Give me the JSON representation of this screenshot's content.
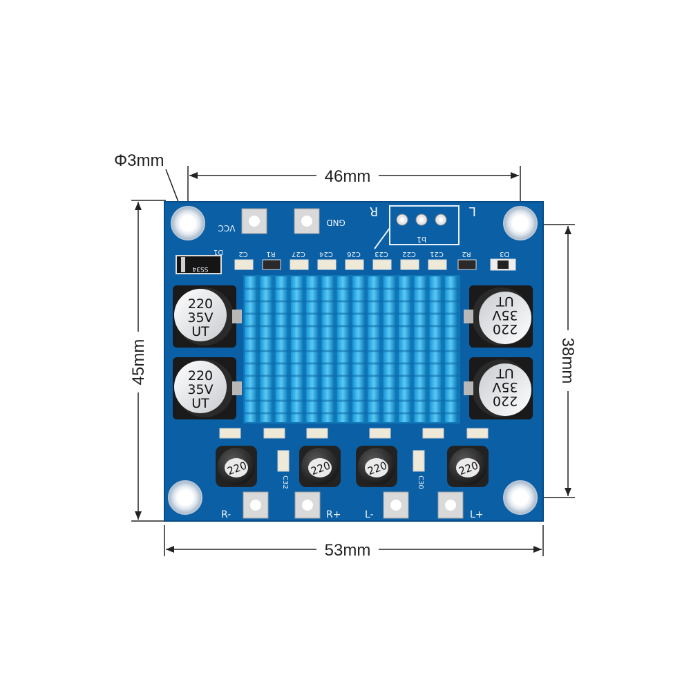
{
  "dimensions": {
    "hole": "Φ3mm",
    "top_width": "46mm",
    "bottom_width": "53mm",
    "left_height": "45mm",
    "right_height": "38mm"
  },
  "board": {
    "pcb_color": "#0a5fa5",
    "heatsink_color": "#19a6e6",
    "labels": {
      "vcc": "VCC",
      "gnd": "GND",
      "r_channel": "R",
      "l_channel": "L",
      "pot": "b1",
      "diode_d1": "D1",
      "diode_part": "SS34",
      "d3": "D3",
      "r_minus": "R-",
      "r_plus": "R+",
      "l_minus": "L-",
      "l_plus": "L+",
      "c2": "C2",
      "r1": "R1",
      "c27": "C27",
      "c24": "C24",
      "c26": "C26",
      "c23": "C23",
      "c22": "C22",
      "c21": "C21",
      "r2": "R2",
      "c32": "C32",
      "c30": "C30"
    },
    "capacitor": {
      "line1": "220",
      "line2": "35V",
      "line3": "UT"
    },
    "inductor": "220"
  }
}
